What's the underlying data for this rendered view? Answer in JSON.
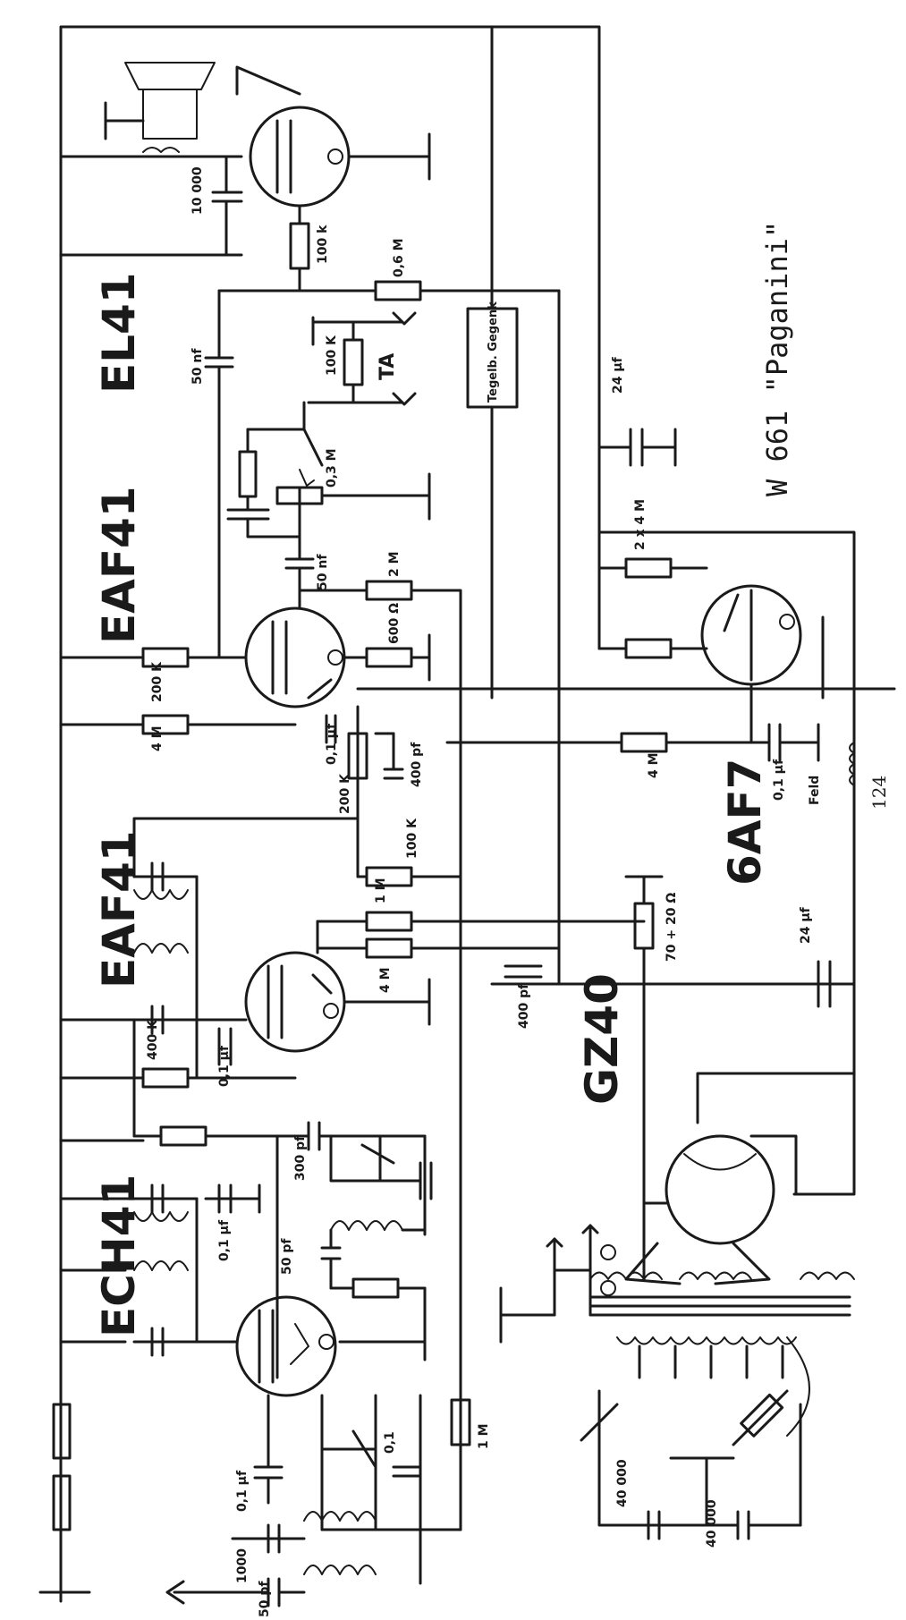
{
  "title": "W 661 \"Paganini\"",
  "tubes": {
    "el41": "EL41",
    "eaf41_a": "EAF41",
    "eaf41_b": "EAF41",
    "ech41": "ECH41",
    "gz40": "GZ40",
    "b6af7": "6AF7"
  },
  "labels": {
    "c_10000": "10 000",
    "r_100k_top": "100 k",
    "r_06m": "0,6 M",
    "c_50nf_a": "50 nf",
    "r_100k_ta": "100 K",
    "ta": "TA",
    "gegenk": "Tegelb. Gegenk",
    "c_24uf_top": "24 µf",
    "r_03m": "0,3 M",
    "c_50nf_b": "50 nf",
    "r_2m": "2 M",
    "r_600": "600 Ω",
    "r_200k": "200 K",
    "r_4m_a": "4 M",
    "r_2x4m": "2 x 4 M",
    "r_200k_b": "200 K",
    "c_01uf_a": "0,1 µf",
    "c_400pf": "400 pf",
    "r_4m_b": "4 M",
    "c_01uf_feld": "0,1 µf",
    "feld": "Feld",
    "num_124": "124",
    "r_100k_c": "100 K",
    "r_1m_a": "1 M",
    "r_4m_c": "4 M",
    "r_70_20": "70 + 20 Ω",
    "c_24uf_b": "24 µf",
    "c_400pf_b": "400 pf",
    "r_400k": "400 K",
    "c_01uf_b": "0,1 µf",
    "c_300pf": "300 pf",
    "c_01_c": "0,1 µf",
    "c_50pf_a": "50 pf",
    "c_01uf_c": "0,1 µf",
    "c_01_d": "0,1",
    "r_1m_b": "1 M",
    "c_1000": "1000",
    "c_50pf_b": "50 pf",
    "c_40000_a": "40 000",
    "c_40000_b": "40 000"
  }
}
